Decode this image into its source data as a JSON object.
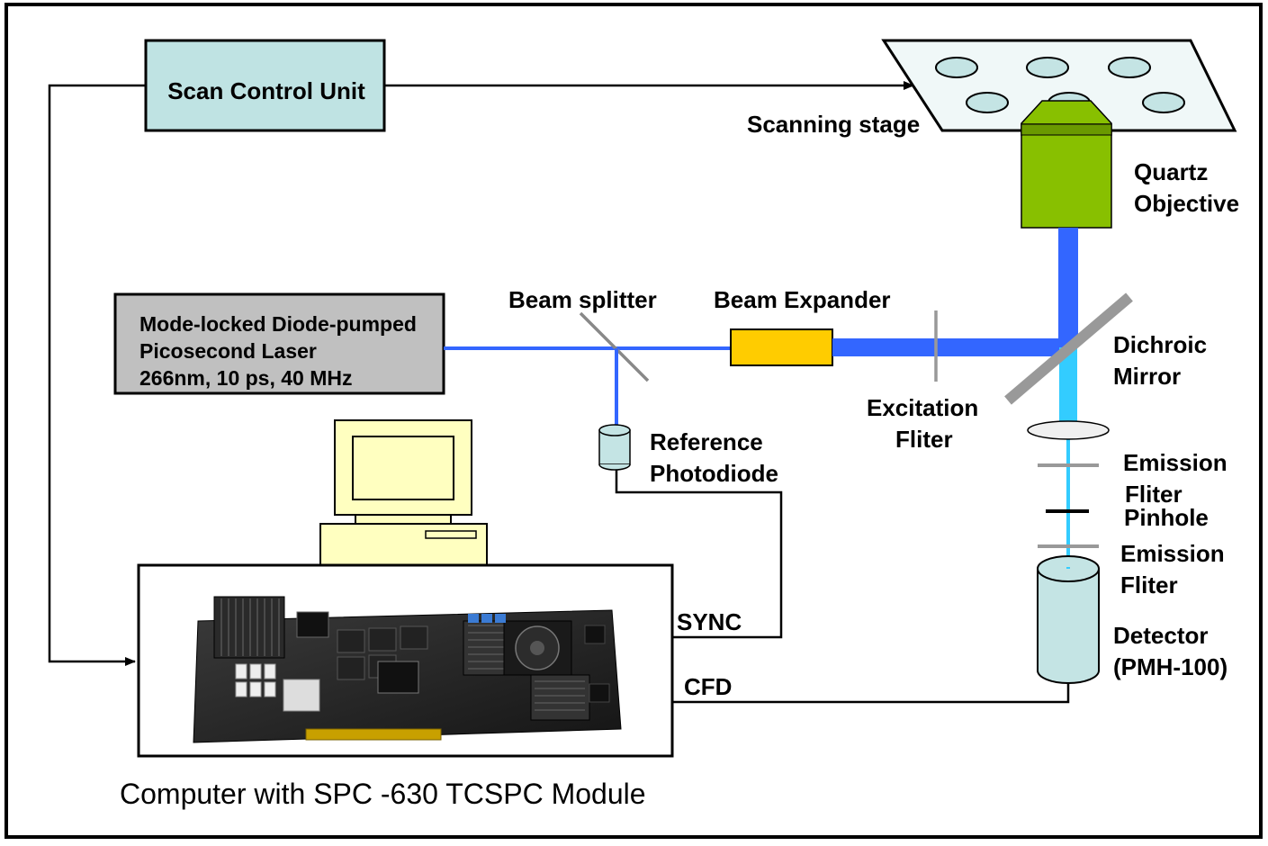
{
  "labels": {
    "scan_control_unit": "Scan Control Unit",
    "scanning_stage": "Scanning stage",
    "quartz": "Quartz",
    "objective": "Objective",
    "laser_line1": "Mode-locked Diode-pumped",
    "laser_line2": "Picosecond Laser",
    "laser_line3": "266nm, 10 ps, 40 MHz",
    "beam_splitter": "Beam splitter",
    "beam_expander": "Beam Expander",
    "dichroic": "Dichroic",
    "mirror": "Mirror",
    "excitation": "Excitation",
    "excitation_filter": "Fliter",
    "reference": "Reference",
    "photodiode": "Photodiode",
    "emission1": "Emission",
    "emission1_filter": "Fliter",
    "pinhole": "Pinhole",
    "emission2": "Emission",
    "emission2_filter": "Fliter",
    "detector": "Detector",
    "detector_model": "(PMH-100)",
    "sync": "SYNC",
    "cfd": "CFD",
    "caption": "Computer with SPC -630 TCSPC Module"
  },
  "colors": {
    "scan_box": "#bfe3e3",
    "laser_box": "#c0c0c0",
    "beam": "#3366ff",
    "emission_beam": "#33ccff",
    "expander": "#ffcc00",
    "objective": "#88c000",
    "stage": "#f0f8f8",
    "well": "#c4e4e4",
    "monitor": "#ffffc0",
    "detector": "#c4e4e4",
    "filter": "#999999"
  }
}
